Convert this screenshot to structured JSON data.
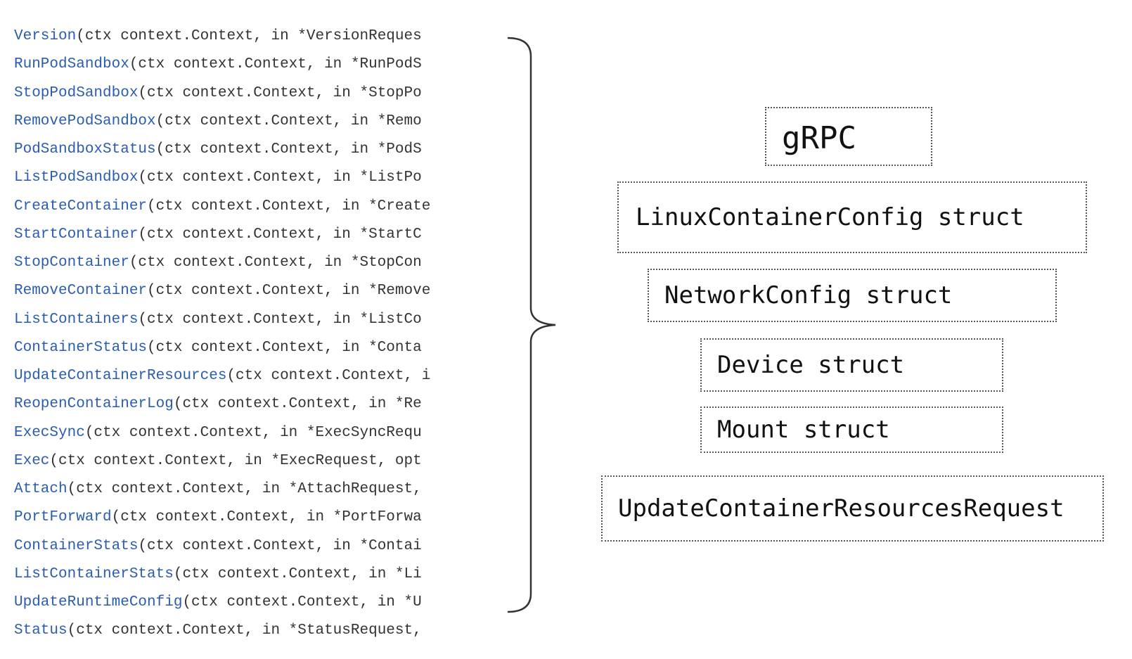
{
  "code_lines": [
    {
      "name": "Version",
      "args": "(ctx context.Context, in *VersionReques"
    },
    {
      "name": "RunPodSandbox",
      "args": "(ctx context.Context, in *RunPodS"
    },
    {
      "name": "StopPodSandbox",
      "args": "(ctx context.Context, in *StopPo"
    },
    {
      "name": "RemovePodSandbox",
      "args": "(ctx context.Context, in *Remo"
    },
    {
      "name": "PodSandboxStatus",
      "args": "(ctx context.Context, in *PodS"
    },
    {
      "name": "ListPodSandbox",
      "args": "(ctx context.Context, in *ListPo"
    },
    {
      "name": "CreateContainer",
      "args": "(ctx context.Context, in *Create"
    },
    {
      "name": "StartContainer",
      "args": "(ctx context.Context, in *StartC"
    },
    {
      "name": "StopContainer",
      "args": "(ctx context.Context, in *StopCon"
    },
    {
      "name": "RemoveContainer",
      "args": "(ctx context.Context, in *Remove"
    },
    {
      "name": "ListContainers",
      "args": "(ctx context.Context, in *ListCo"
    },
    {
      "name": "ContainerStatus",
      "args": "(ctx context.Context, in *Conta"
    },
    {
      "name": "UpdateContainerResources",
      "args": "(ctx context.Context, i"
    },
    {
      "name": "ReopenContainerLog",
      "args": "(ctx context.Context, in *Re"
    },
    {
      "name": "ExecSync",
      "args": "(ctx context.Context, in *ExecSyncRequ"
    },
    {
      "name": "Exec",
      "args": "(ctx context.Context, in *ExecRequest, opt"
    },
    {
      "name": "Attach",
      "args": "(ctx context.Context, in *AttachRequest,"
    },
    {
      "name": "PortForward",
      "args": "(ctx context.Context, in *PortForwa"
    },
    {
      "name": "ContainerStats",
      "args": "(ctx context.Context, in *Contai"
    },
    {
      "name": "ListContainerStats",
      "args": "(ctx context.Context, in *Li"
    },
    {
      "name": "UpdateRuntimeConfig",
      "args": "(ctx context.Context, in *U"
    },
    {
      "name": "Status",
      "args": "(ctx context.Context, in *StatusRequest,"
    }
  ],
  "boxes": {
    "grpc": "gRPC",
    "linux_container_config": "LinuxContainerConfig struct",
    "network_config": "NetworkConfig struct",
    "device": "Device struct",
    "mount": "Mount struct",
    "update_container_resources_request": "UpdateContainerResourcesRequest"
  },
  "colors": {
    "method_name": "#2a5db0",
    "code_text": "#333333",
    "box_border": "#555555"
  }
}
